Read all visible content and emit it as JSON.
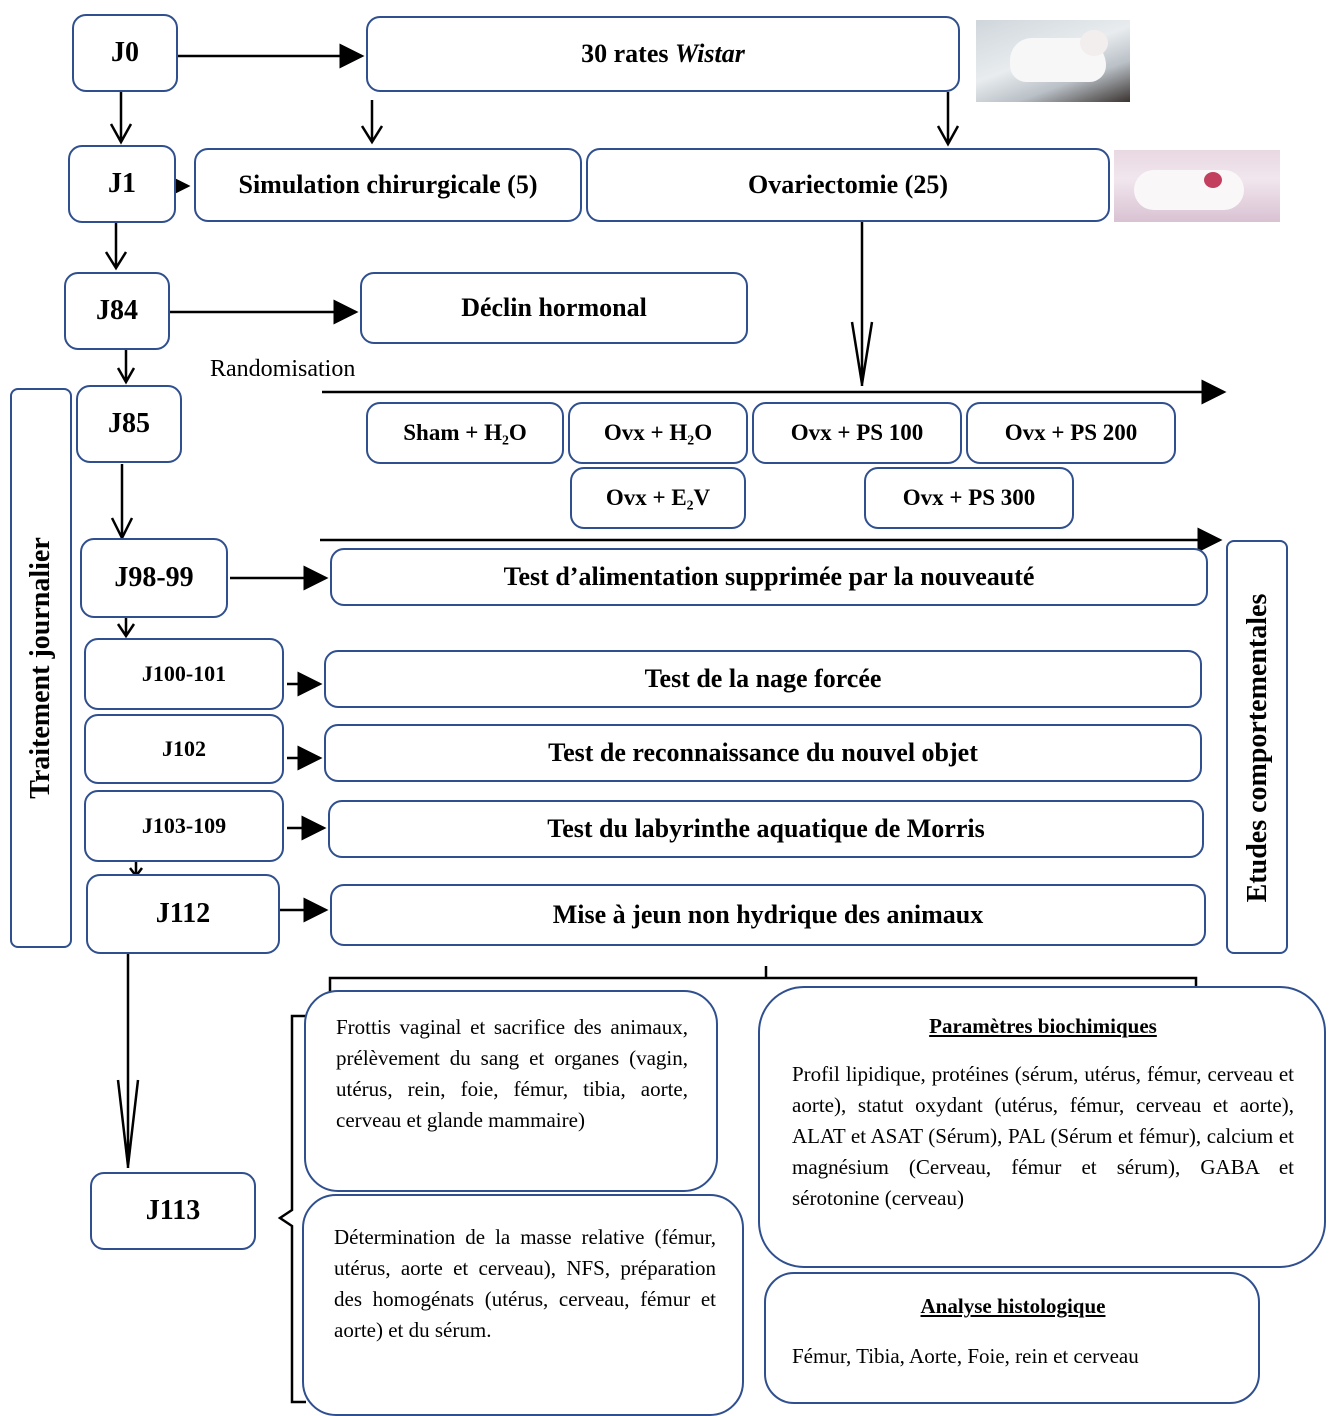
{
  "days": {
    "j0": "J0",
    "j1": "J1",
    "j84": "J84",
    "j85": "J85",
    "j98": "J98-99",
    "j100": "J100-101",
    "j102": "J102",
    "j103": "J103-109",
    "j112": "J112",
    "j113": "J113"
  },
  "top": {
    "rats_num": "30 rates ",
    "rats_species": "Wistar",
    "sham": "Simulation chirurgicale (5)",
    "ovx": "Ovariectomie (25)",
    "decline": "Déclin hormonal",
    "randomisation": "Randomisation"
  },
  "groups": {
    "sham_h2o": "Sham + H₂O",
    "ovx_h2o": "Ovx + H₂O",
    "ovx_ps100": "Ovx + PS 100",
    "ovx_ps200": "Ovx + PS 200",
    "ovx_e2v": "Ovx + E₂V",
    "ovx_ps300": "Ovx + PS 300"
  },
  "tests": {
    "novelty": "Test d’alimentation supprimée par la nouveauté",
    "swim": "Test de la nage forcée",
    "object": "Test de reconnaissance du nouvel objet",
    "morris": "Test du labyrinthe aquatique de Morris",
    "fasting": "Mise à jeun non hydrique des animaux"
  },
  "side": {
    "left": "Traitement journalier",
    "right": "Etudes comportementales"
  },
  "final": {
    "sacrifice": "Frottis vaginal et sacrifice des animaux, prélèvement du sang et organes (vagin, utérus, rein, foie, fémur, tibia, aorte, cerveau et glande mammaire)",
    "mass": "Détermination de la masse relative (fémur, utérus, aorte et cerveau), NFS, préparation des homogénats (utérus, cerveau, fémur et aorte) et du sérum.",
    "biochem_title": "Paramètres biochimiques",
    "biochem_text": "Profil lipidique, protéines (sérum, utérus, fémur, cerveau et aorte), statut oxydant (utérus, fémur, cerveau et aorte), ALAT et ASAT (Sérum), PAL (Sérum et fémur), calcium et magnésium (Cerveau, fémur et sérum), GABA et sérotonine (cerveau)",
    "histo_title": "Analyse histologique",
    "histo_text": "Fémur, Tibia, Aorte, Foie, rein et cerveau"
  }
}
